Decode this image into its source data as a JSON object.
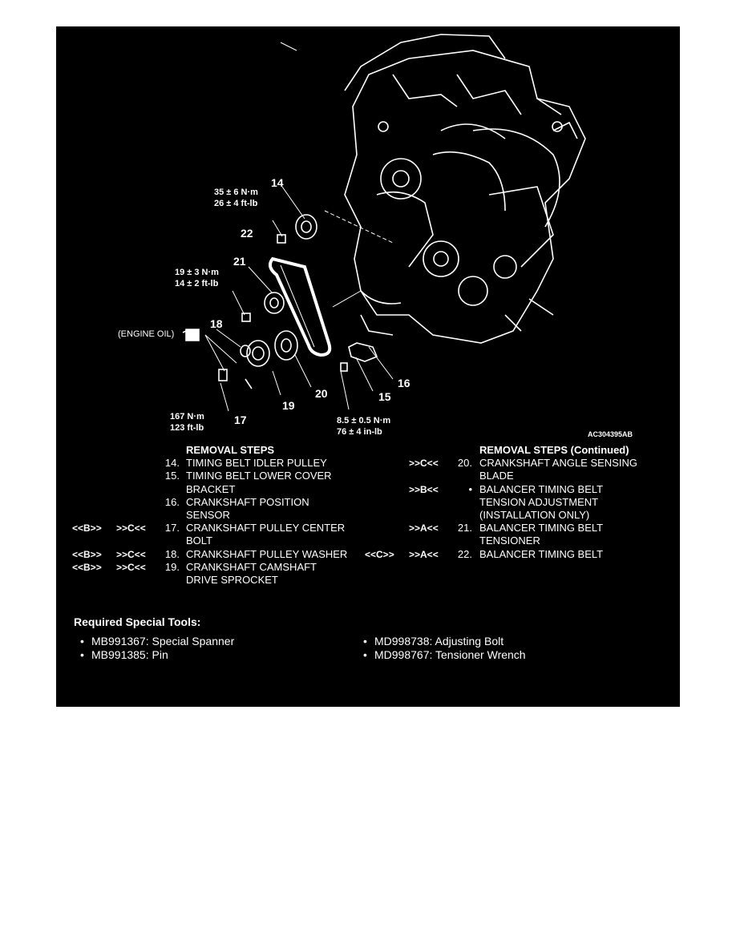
{
  "diagram": {
    "code": "AC304395AB",
    "engine_oil_note": "(ENGINE OIL)",
    "callouts": [
      "14",
      "22",
      "21",
      "18",
      "19",
      "20",
      "17",
      "15",
      "16"
    ],
    "torques": {
      "t14": [
        "35 ± 6 N·m",
        "26 ± 4 ft-lb"
      ],
      "t21": [
        "19 ± 3 N·m",
        "14 ± 2 ft-lb"
      ],
      "t17": [
        "167 N·m",
        "123 ft-lb"
      ],
      "t15": [
        "8.5 ± 0.5 N·m",
        "76 ± 4 in-lb"
      ]
    }
  },
  "removal_steps": {
    "left_header": "REMOVAL STEPS",
    "right_header": "REMOVAL STEPS (Continued)",
    "left": [
      {
        "c1": "",
        "c2": "",
        "num": "14.",
        "lines": [
          "TIMING BELT IDLER PULLEY"
        ]
      },
      {
        "c1": "",
        "c2": "",
        "num": "15.",
        "lines": [
          "TIMING BELT LOWER COVER",
          "BRACKET"
        ]
      },
      {
        "c1": "",
        "c2": "",
        "num": "16.",
        "lines": [
          "CRANKSHAFT POSITION",
          "SENSOR"
        ]
      },
      {
        "c1": "<<B>>",
        "c2": ">>C<<",
        "num": "17.",
        "lines": [
          "CRANKSHAFT PULLEY CENTER",
          "BOLT"
        ]
      },
      {
        "c1": "<<B>>",
        "c2": ">>C<<",
        "num": "18.",
        "lines": [
          "CRANKSHAFT PULLEY WASHER"
        ]
      },
      {
        "c1": "<<B>>",
        "c2": ">>C<<",
        "num": "19.",
        "lines": [
          "CRANKSHAFT CAMSHAFT",
          "DRIVE SPROCKET"
        ]
      }
    ],
    "right": [
      {
        "c1": "",
        "c2": ">>C<<",
        "num": "20.",
        "lines": [
          "CRANKSHAFT ANGLE SENSING",
          "BLADE"
        ]
      },
      {
        "c1": "",
        "c2": ">>B<<",
        "num": "•",
        "lines": [
          "BALANCER TIMING BELT",
          "TENSION ADJUSTMENT",
          "(INSTALLATION ONLY)"
        ]
      },
      {
        "c1": "",
        "c2": ">>A<<",
        "num": "21.",
        "lines": [
          "BALANCER TIMING BELT",
          "TENSIONER"
        ]
      },
      {
        "c1": "<<C>>",
        "c2": ">>A<<",
        "num": "22.",
        "lines": [
          "BALANCER TIMING BELT"
        ]
      }
    ]
  },
  "tools": {
    "title": "Required Special Tools:",
    "items": [
      "MB991367: Special Spanner",
      "MB991385: Pin",
      "MD998738: Adjusting Bolt",
      "MD998767: Tensioner Wrench"
    ]
  }
}
